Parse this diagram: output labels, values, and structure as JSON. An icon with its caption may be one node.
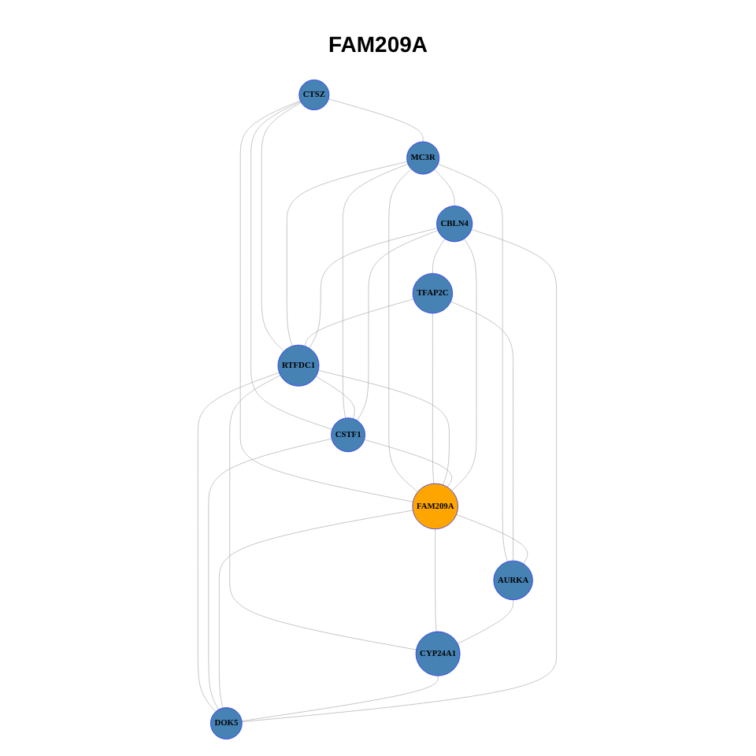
{
  "diagram": {
    "title": "FAM209A",
    "nodes": [
      {
        "text": [
          "CTSZ"
        ]
      },
      {
        "text": [
          "MC3R"
        ]
      },
      {
        "text": [
          "TFAP2C"
        ]
      },
      {
        "text": [
          "RTFDC1"
        ]
      },
      {
        "text": [
          "CSTF1"
        ]
      },
      {
        "text": [
          "FAM209A"
        ]
      },
      {
        "text": [
          "CBLN4"
        ]
      },
      {
        "text": [
          "AURKA"
        ]
      },
      {
        "text": [
          "DOK5"
        ]
      },
      {
        "text": [
          "CYP24A1"
        ]
      }
    ],
    "edges": [
      {
        "from": 0,
        "to": 1,
        "arrow": "none"
      },
      {
        "from": 0,
        "to": 4,
        "arrow": "none"
      },
      {
        "from": 0,
        "to": 3,
        "arrow": "none"
      },
      {
        "from": 0,
        "to": 5,
        "arrow": "none"
      },
      {
        "from": 1,
        "to": 3,
        "arrow": "none"
      },
      {
        "from": 1,
        "to": 4,
        "arrow": "none"
      },
      {
        "from": 1,
        "to": 5,
        "arrow": "none"
      },
      {
        "from": 1,
        "to": 7,
        "arrow": "none"
      },
      {
        "from": 1,
        "to": 6,
        "arrow": "none"
      },
      {
        "from": 2,
        "to": 3,
        "arrow": "none"
      },
      {
        "from": 2,
        "to": 6,
        "arrow": "none"
      },
      {
        "from": 2,
        "to": 5,
        "arrow": "none"
      },
      {
        "from": 2,
        "to": 7,
        "arrow": "none"
      },
      {
        "from": 3,
        "to": 4,
        "arrow": "none"
      },
      {
        "from": 3,
        "to": 5,
        "arrow": "none"
      },
      {
        "from": 3,
        "to": 9,
        "arrow": "none"
      },
      {
        "from": 3,
        "to": 8,
        "arrow": "none"
      },
      {
        "from": 3,
        "to": 6,
        "arrow": "none"
      },
      {
        "from": 4,
        "to": 5,
        "arrow": "none"
      },
      {
        "from": 4,
        "to": 6,
        "arrow": "none"
      },
      {
        "from": 4,
        "to": 8,
        "arrow": "none"
      },
      {
        "from": 5,
        "to": 6,
        "arrow": "none"
      },
      {
        "from": 5,
        "to": 7,
        "arrow": "none"
      },
      {
        "from": 5,
        "to": 8,
        "arrow": "none"
      },
      {
        "from": 5,
        "to": 9,
        "arrow": "none"
      },
      {
        "from": 7,
        "to": 9,
        "arrow": "none"
      },
      {
        "from": 9,
        "to": 8,
        "arrow": "none"
      },
      {
        "from": 6,
        "to": 8,
        "arrow": "none"
      }
    ]
  }
}
